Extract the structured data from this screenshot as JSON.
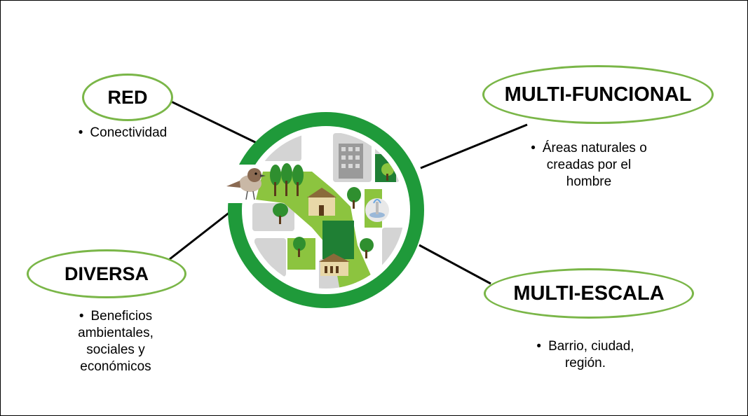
{
  "nodes": {
    "red": {
      "title": "RED",
      "bullets": [
        "Conectividad"
      ]
    },
    "multifuncional": {
      "title": "MULTI-FUNCIONAL",
      "bullets": [
        "Áreas naturales o",
        "creadas por el",
        "hombre"
      ]
    },
    "diversa": {
      "title": "DIVERSA",
      "bullets": [
        "Beneficios",
        "ambientales,",
        "sociales y",
        "económicos"
      ]
    },
    "multiescala": {
      "title": "MULTI-ESCALA",
      "bullets": [
        "Barrio, ciudad,",
        "región."
      ]
    }
  },
  "colors": {
    "ring": "#1f9a3a",
    "oval_border": "#7ab648",
    "park_green": "#8cc43f",
    "dark_green": "#1f7f34",
    "road_gray": "#d4d4d4",
    "connector": "#000000"
  },
  "icons": [
    "city-park-illustration",
    "bird-icon",
    "building-icon",
    "house-icon",
    "fountain-icon",
    "tree-icon"
  ]
}
